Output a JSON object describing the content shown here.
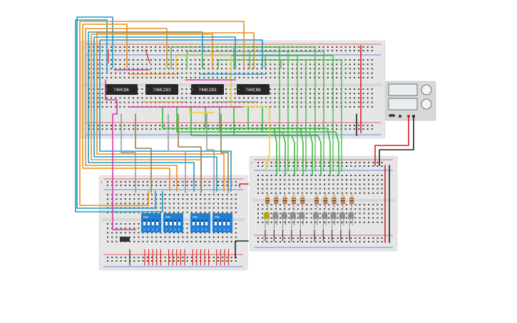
{
  "colors": {
    "board": "#e6e6e6",
    "board_edge": "#d0d0d0",
    "hole": "#3d3d3d",
    "rail_red": "#e23b3b",
    "rail_blue": "#3a6fd8",
    "chip": "#262626",
    "dip_switch": "#1f7fd4",
    "led": "#8e8e8e",
    "led_lit": "#b8a51a",
    "wire_blue": "#1e9ac8",
    "wire_orange": "#e8901a",
    "wire_green": "#3cb83c",
    "wire_magenta": "#d63aa8",
    "wire_brown": "#9b7b52",
    "wire_grey": "#9a9a9a",
    "wire_yellow": "#f0d020",
    "wire_red": "#d42020",
    "wire_black": "#222222",
    "psu_body": "#d8d8d8",
    "psu_display": "#e9eef0"
  },
  "chips": [
    {
      "label": "74HC86"
    },
    {
      "label": "74HC283"
    },
    {
      "label": "74HC283"
    },
    {
      "label": "74HC86"
    }
  ],
  "dip_switches": [
    {
      "on_label": "ON",
      "numbers": [
        "1",
        "2",
        "3",
        "4"
      ]
    },
    {
      "on_label": "ON",
      "numbers": [
        "1",
        "2",
        "3",
        "4"
      ]
    },
    {
      "on_label": "ON",
      "numbers": [
        "1",
        "2",
        "3",
        "4"
      ]
    },
    {
      "on_label": "ON",
      "numbers": [
        "1",
        "2",
        "3",
        "4"
      ]
    }
  ],
  "leds": {
    "count": 10,
    "lit_index": 0
  },
  "resistors": {
    "count": 10
  },
  "power_supply": {
    "knob_count": 2,
    "display_count": 2,
    "terminal_count": 3
  },
  "rail_signs": {
    "plus": "+",
    "minus": "-"
  }
}
